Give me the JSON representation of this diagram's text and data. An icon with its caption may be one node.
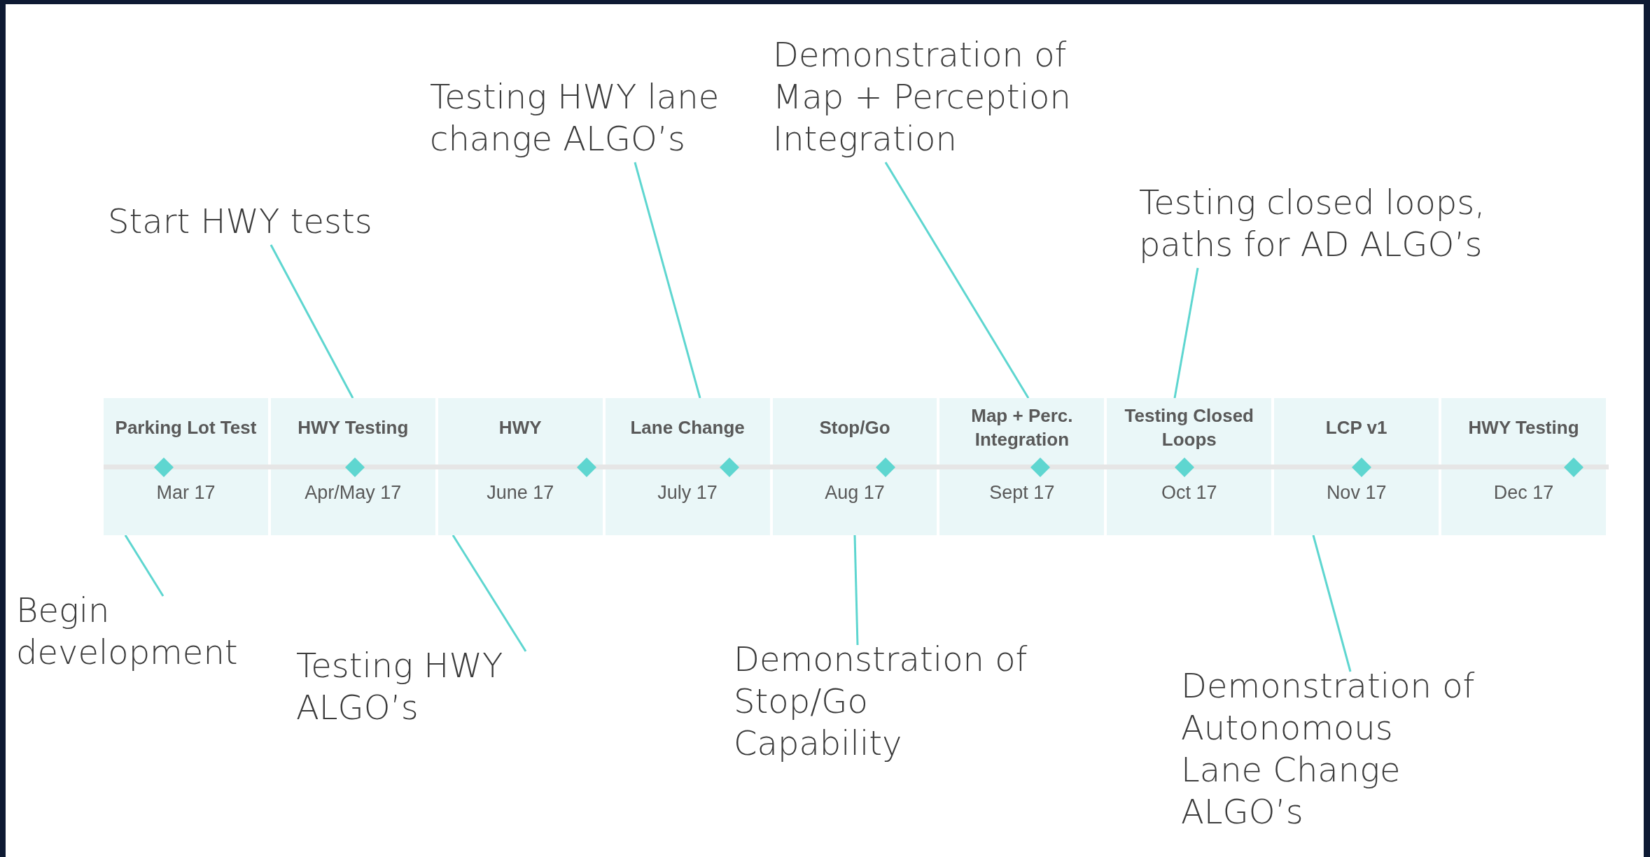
{
  "diagram": {
    "nodes": [
      {
        "text": [
          "Parking Lot Test",
          "Mar 17"
        ]
      },
      {
        "text": [
          "HWY Testing",
          "Apr/May 17"
        ]
      },
      {
        "text": [
          "HWY",
          "June 17"
        ]
      },
      {
        "text": [
          "Lane Change",
          "July 17"
        ]
      },
      {
        "text": [
          "Stop/Go",
          "Aug 17"
        ]
      },
      {
        "text": [
          "Map + Perc. Integration",
          "Sept 17"
        ]
      },
      {
        "text": [
          "Testing Closed Loops",
          "Oct 17"
        ]
      },
      {
        "text": [
          "LCP v1",
          "Nov 17"
        ]
      },
      {
        "text": [
          "HWY Testing",
          "Dec 17"
        ]
      },
      {
        "text": [
          "Begin development"
        ]
      },
      {
        "text": [
          "Start HWY tests"
        ]
      },
      {
        "text": [
          "Testing HWY ALGO’s"
        ]
      },
      {
        "text": [
          "Testing HWY lane change ALGO’s"
        ]
      },
      {
        "text": [
          "Demonstration of Stop/Go Capability"
        ]
      },
      {
        "text": [
          "Demonstration of Map + Perception Integration"
        ]
      },
      {
        "text": [
          "Testing closed loops, paths for AD ALGO’s"
        ]
      },
      {
        "text": [
          "Demonstration of Autonomous Lane Change ALGO’s"
        ]
      }
    ],
    "edges": [
      {
        "from": 9,
        "to": 0,
        "arrow": "none"
      },
      {
        "from": 10,
        "to": 1,
        "arrow": "none"
      },
      {
        "from": 11,
        "to": 2,
        "arrow": "none"
      },
      {
        "from": 12,
        "to": 3,
        "arrow": "none"
      },
      {
        "from": 13,
        "to": 4,
        "arrow": "none"
      },
      {
        "from": 14,
        "to": 5,
        "arrow": "none"
      },
      {
        "from": 15,
        "to": 6,
        "arrow": "none"
      },
      {
        "from": 16,
        "to": 7,
        "arrow": "none"
      }
    ]
  }
}
